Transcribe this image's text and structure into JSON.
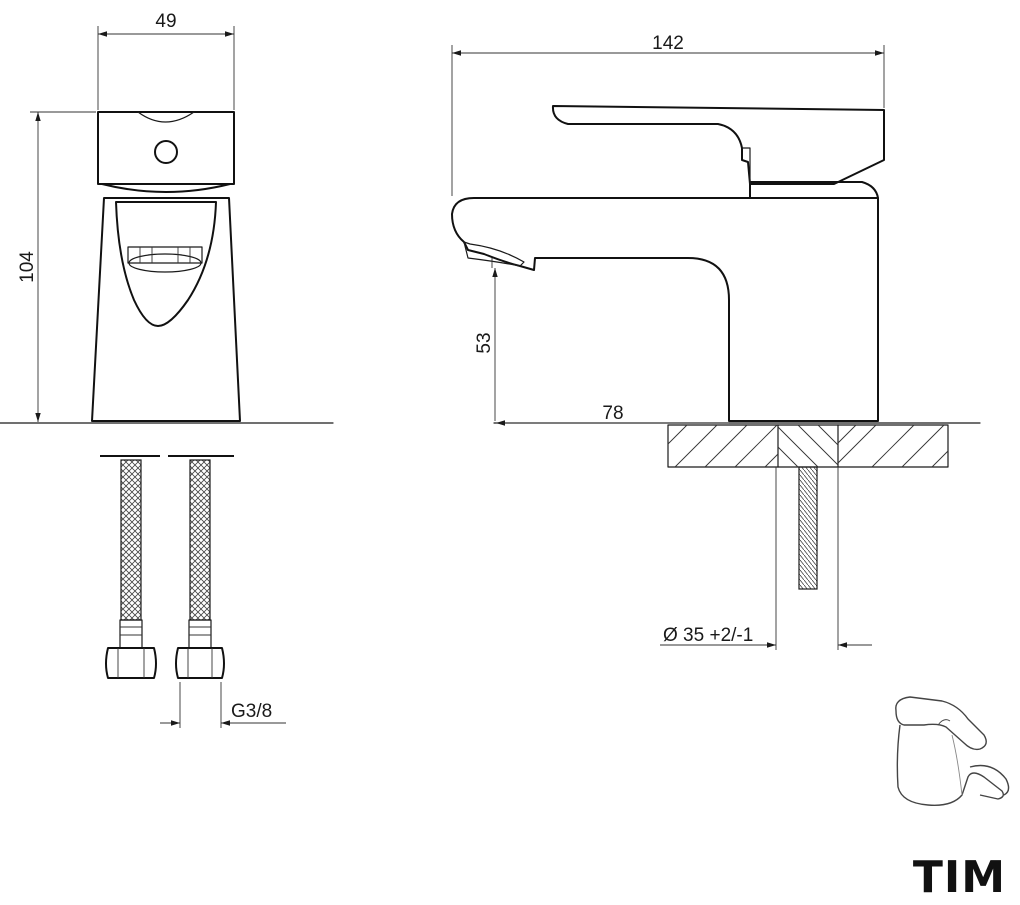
{
  "brand": "TIM",
  "dimensions": {
    "front_width": "49",
    "front_height": "104",
    "side_length": "142",
    "spout_height": "53",
    "spout_reach": "78",
    "hole_diameter": "Ø 35 +2/-1",
    "hose_thread": "G3/8"
  }
}
